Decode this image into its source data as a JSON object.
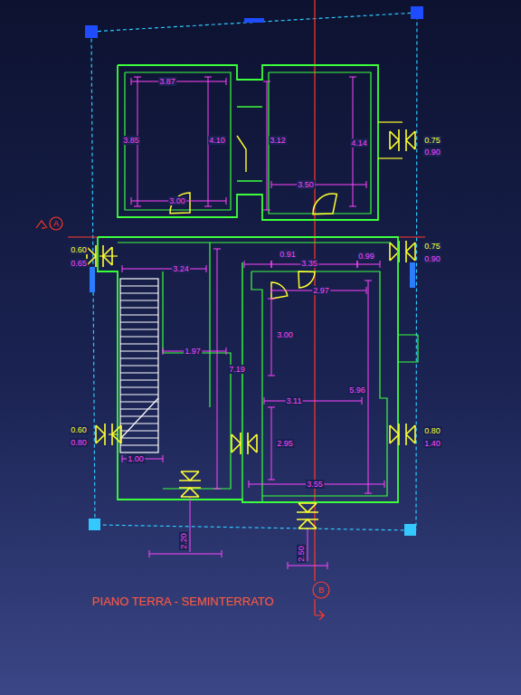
{
  "diagram": {
    "title": "PIANO TERRA - SEMINTERRATO",
    "labels": [
      "3.87",
      "3.85",
      "4.10",
      "3.12",
      "4.14",
      "3.50",
      "3.00",
      "0.75",
      "0.90",
      "0.60",
      "0.65",
      "3.24",
      "0.91",
      "3.35",
      "0.99",
      "0.75",
      "0.90",
      "2.97",
      "3.00",
      "1.97",
      "7.19",
      "3.11",
      "5.96",
      "0.60",
      "0.80",
      "0.80",
      "1.40",
      "2.95",
      "1.00",
      "3.55",
      "2.20",
      "2.50",
      "A",
      "B"
    ]
  }
}
